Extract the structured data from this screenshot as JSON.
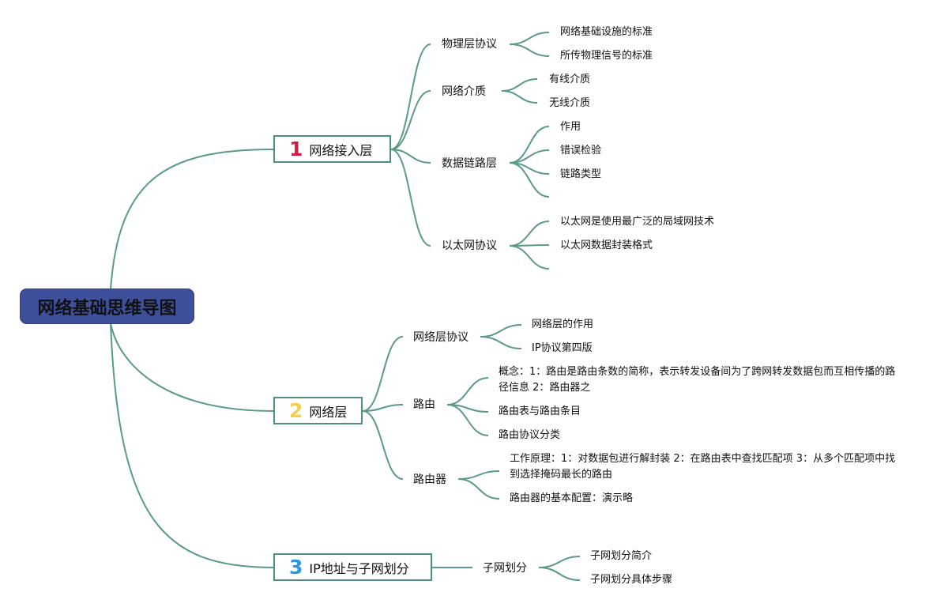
{
  "root": {
    "title": "网络基础思维导图"
  },
  "branches": [
    {
      "number": "1",
      "label": "网络接入层",
      "children": [
        {
          "label": "物理层协议",
          "children": [
            "网络基础设施的标准",
            "所传物理信号的标准"
          ]
        },
        {
          "label": "网络介质",
          "children": [
            "有线介质",
            "无线介质"
          ]
        },
        {
          "label": "数据链路层",
          "children": [
            "作用",
            "错误检验",
            "链路类型",
            ""
          ]
        },
        {
          "label": "以太网协议",
          "children": [
            "以太网是使用最广泛的局域网技术",
            "以太网数据封装格式",
            ""
          ]
        }
      ]
    },
    {
      "number": "2",
      "label": "网络层",
      "children": [
        {
          "label": "网络层协议",
          "children": [
            "网络层的作用",
            "IP协议第四版"
          ]
        },
        {
          "label": "路由",
          "children": [
            "概念：1：路由是路由条数的简称，表示转发设备间为了跨网转发数据包而互相传播的路径信息 2：路由器之",
            "路由表与路由条目",
            "路由协议分类"
          ]
        },
        {
          "label": "路由器",
          "children": [
            "工作原理：1：对数据包进行解封装 2：在路由表中查找匹配项 3：从多个匹配项中找到选择掩码最长的路由",
            "路由器的基本配置：演示略"
          ]
        }
      ]
    },
    {
      "number": "3",
      "label": "IP地址与子网划分",
      "children": [
        {
          "label": "子网划分",
          "children": [
            "子网划分简介",
            "子网划分具体步骤"
          ]
        }
      ]
    }
  ],
  "colors": {
    "line": "#5b9a85",
    "root_fill": "#3e4f9c",
    "num1": "#d51a44",
    "num2": "#f3cf4c",
    "num3": "#2a98e0"
  }
}
